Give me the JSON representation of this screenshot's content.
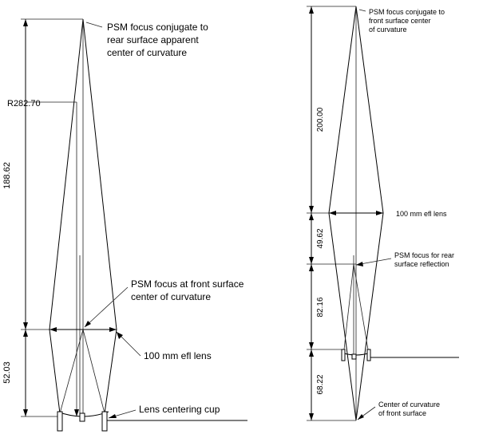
{
  "left_diagram": {
    "label_top_focus": [
      "PSM focus conjugate to",
      "rear surface apparent",
      "center of curvature"
    ],
    "label_radius": "R282.70",
    "label_dim_upper": "188.62",
    "label_dim_lower": "52.03",
    "label_mid_focus": [
      "PSM focus at front surface",
      "center of curvature"
    ],
    "label_lens": "100 mm efl lens",
    "label_cup": "Lens centering cup"
  },
  "right_diagram": {
    "label_top_focus": [
      "PSM focus conjugate to",
      "front surface center",
      "of curvature"
    ],
    "label_dim_200": "200.00",
    "label_lens": "100 mm efl lens",
    "label_dim_4962": "49.62",
    "label_rear_focus": [
      "PSM focus for rear",
      "surface reflection"
    ],
    "label_dim_8216": "82.16",
    "label_dim_6822": "68.22",
    "label_center": [
      "Center of curvature",
      "of front surface"
    ]
  }
}
